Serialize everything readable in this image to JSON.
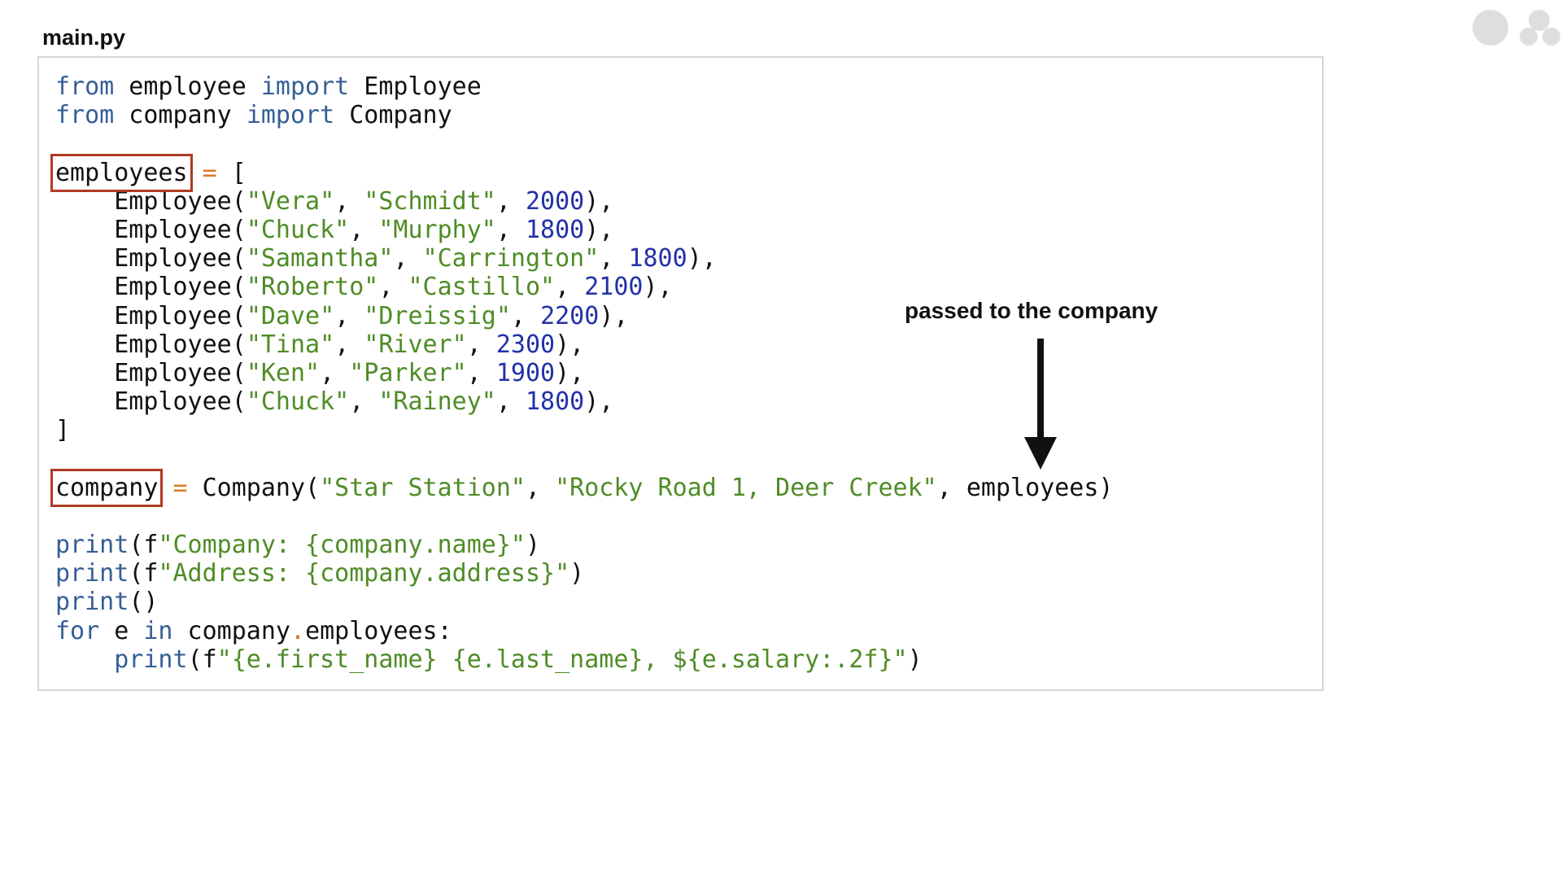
{
  "file_title": "main.py",
  "annotation": "passed to the company",
  "code_lines": [
    [
      {
        "t": "from",
        "c": "kw"
      },
      {
        "t": " employee ",
        "c": "id"
      },
      {
        "t": "import",
        "c": "kw"
      },
      {
        "t": " Employee",
        "c": "id"
      }
    ],
    [
      {
        "t": "from",
        "c": "kw"
      },
      {
        "t": " company ",
        "c": "id"
      },
      {
        "t": "import",
        "c": "kw"
      },
      {
        "t": " Company",
        "c": "id"
      }
    ],
    [],
    [
      {
        "t": "employees",
        "c": "id",
        "box": true,
        "name": "employees-variable"
      },
      {
        "t": " ",
        "c": "id"
      },
      {
        "t": "=",
        "c": "op"
      },
      {
        "t": " [",
        "c": "id"
      }
    ],
    [
      {
        "t": "    Employee(",
        "c": "id"
      },
      {
        "t": "\"Vera\"",
        "c": "str"
      },
      {
        "t": ", ",
        "c": "id"
      },
      {
        "t": "\"Schmidt\"",
        "c": "str"
      },
      {
        "t": ", ",
        "c": "id"
      },
      {
        "t": "2000",
        "c": "num"
      },
      {
        "t": "),",
        "c": "id"
      }
    ],
    [
      {
        "t": "    Employee(",
        "c": "id"
      },
      {
        "t": "\"Chuck\"",
        "c": "str"
      },
      {
        "t": ", ",
        "c": "id"
      },
      {
        "t": "\"Murphy\"",
        "c": "str"
      },
      {
        "t": ", ",
        "c": "id"
      },
      {
        "t": "1800",
        "c": "num"
      },
      {
        "t": "),",
        "c": "id"
      }
    ],
    [
      {
        "t": "    Employee(",
        "c": "id"
      },
      {
        "t": "\"Samantha\"",
        "c": "str"
      },
      {
        "t": ", ",
        "c": "id"
      },
      {
        "t": "\"Carrington\"",
        "c": "str"
      },
      {
        "t": ", ",
        "c": "id"
      },
      {
        "t": "1800",
        "c": "num"
      },
      {
        "t": "),",
        "c": "id"
      }
    ],
    [
      {
        "t": "    Employee(",
        "c": "id"
      },
      {
        "t": "\"Roberto\"",
        "c": "str"
      },
      {
        "t": ", ",
        "c": "id"
      },
      {
        "t": "\"Castillo\"",
        "c": "str"
      },
      {
        "t": ", ",
        "c": "id"
      },
      {
        "t": "2100",
        "c": "num"
      },
      {
        "t": "),",
        "c": "id"
      }
    ],
    [
      {
        "t": "    Employee(",
        "c": "id"
      },
      {
        "t": "\"Dave\"",
        "c": "str"
      },
      {
        "t": ", ",
        "c": "id"
      },
      {
        "t": "\"Dreissig\"",
        "c": "str"
      },
      {
        "t": ", ",
        "c": "id"
      },
      {
        "t": "2200",
        "c": "num"
      },
      {
        "t": "),",
        "c": "id"
      }
    ],
    [
      {
        "t": "    Employee(",
        "c": "id"
      },
      {
        "t": "\"Tina\"",
        "c": "str"
      },
      {
        "t": ", ",
        "c": "id"
      },
      {
        "t": "\"River\"",
        "c": "str"
      },
      {
        "t": ", ",
        "c": "id"
      },
      {
        "t": "2300",
        "c": "num"
      },
      {
        "t": "),",
        "c": "id"
      }
    ],
    [
      {
        "t": "    Employee(",
        "c": "id"
      },
      {
        "t": "\"Ken\"",
        "c": "str"
      },
      {
        "t": ", ",
        "c": "id"
      },
      {
        "t": "\"Parker\"",
        "c": "str"
      },
      {
        "t": ", ",
        "c": "id"
      },
      {
        "t": "1900",
        "c": "num"
      },
      {
        "t": "),",
        "c": "id"
      }
    ],
    [
      {
        "t": "    Employee(",
        "c": "id"
      },
      {
        "t": "\"Chuck\"",
        "c": "str"
      },
      {
        "t": ", ",
        "c": "id"
      },
      {
        "t": "\"Rainey\"",
        "c": "str"
      },
      {
        "t": ", ",
        "c": "id"
      },
      {
        "t": "1800",
        "c": "num"
      },
      {
        "t": "),",
        "c": "id"
      }
    ],
    [
      {
        "t": "]",
        "c": "id"
      }
    ],
    [],
    [
      {
        "t": "company",
        "c": "id",
        "box": true,
        "name": "company-variable"
      },
      {
        "t": " ",
        "c": "id"
      },
      {
        "t": "=",
        "c": "op"
      },
      {
        "t": " Company(",
        "c": "id"
      },
      {
        "t": "\"Star Station\"",
        "c": "str"
      },
      {
        "t": ", ",
        "c": "id"
      },
      {
        "t": "\"Rocky Road 1, Deer Creek\"",
        "c": "str"
      },
      {
        "t": ", employees)",
        "c": "id"
      }
    ],
    [],
    [
      {
        "t": "print",
        "c": "kw"
      },
      {
        "t": "(f",
        "c": "id"
      },
      {
        "t": "\"Company: {company.name}\"",
        "c": "str"
      },
      {
        "t": ")",
        "c": "id"
      }
    ],
    [
      {
        "t": "print",
        "c": "kw"
      },
      {
        "t": "(f",
        "c": "id"
      },
      {
        "t": "\"Address: {company.address}\"",
        "c": "str"
      },
      {
        "t": ")",
        "c": "id"
      }
    ],
    [
      {
        "t": "print",
        "c": "kw"
      },
      {
        "t": "()",
        "c": "id"
      }
    ],
    [
      {
        "t": "for",
        "c": "kw"
      },
      {
        "t": " e ",
        "c": "id"
      },
      {
        "t": "in",
        "c": "kw"
      },
      {
        "t": " company",
        "c": "id"
      },
      {
        "t": ".",
        "c": "op"
      },
      {
        "t": "employees:",
        "c": "id"
      }
    ],
    [
      {
        "t": "    ",
        "c": "id"
      },
      {
        "t": "print",
        "c": "kw"
      },
      {
        "t": "(f",
        "c": "id"
      },
      {
        "t": "\"{e.first_name} {e.last_name}, ${e.salary:.2f}\"",
        "c": "str"
      },
      {
        "t": ")",
        "c": "id"
      }
    ]
  ],
  "colors": {
    "keyword": "#355f96",
    "string": "#4f8c26",
    "number": "#2231a8",
    "operator": "#d87a2c",
    "highlight_box": "#b03a22",
    "arrow": "#111111"
  },
  "icons": {
    "logo": "three-dots-logo-icon",
    "arrow": "down-arrow-icon"
  }
}
